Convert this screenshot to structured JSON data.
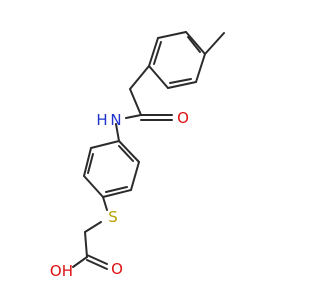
{
  "molecule": {
    "atoms": {
      "amide_nh": {
        "text": "N",
        "sub": "H",
        "color": "#2233cc"
      },
      "amide_o": {
        "text": "O",
        "color": "#dd1111"
      },
      "sulfur": {
        "text": "S",
        "color": "#b8a000"
      },
      "acid_o": {
        "text": "O",
        "color": "#dd1111"
      },
      "hydroxyl": {
        "text": "OH",
        "color": "#dd1111"
      }
    },
    "bond_color": "#2b2b2b",
    "background": "#ffffff"
  }
}
